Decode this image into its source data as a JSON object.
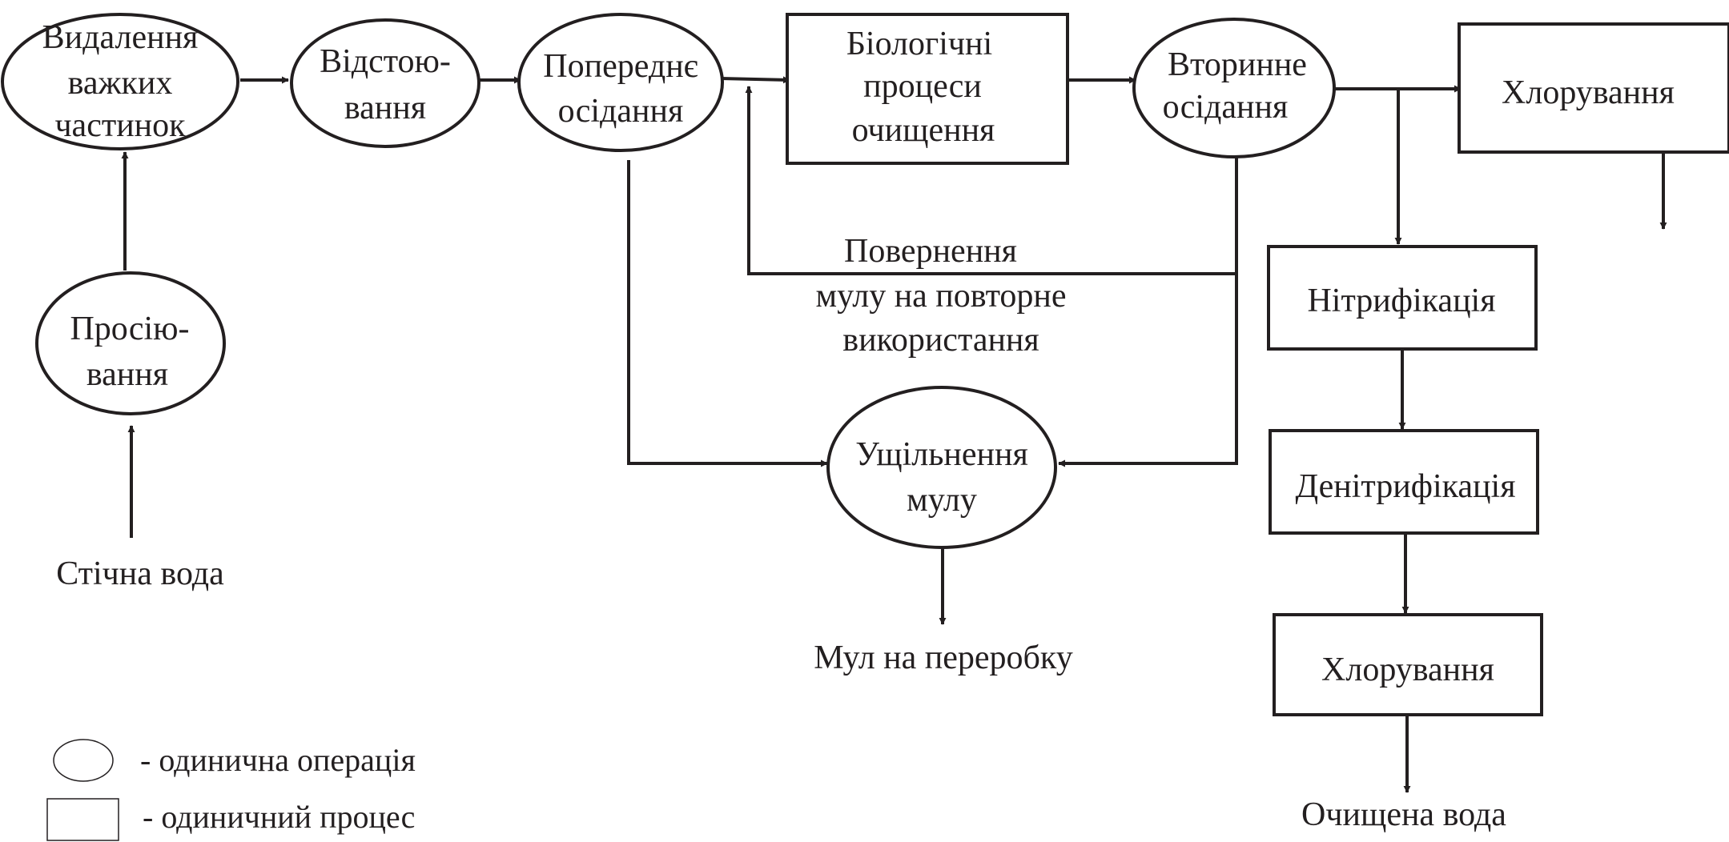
{
  "nodes": {
    "heavy_particles": {
      "shape": "ellipse",
      "lines": [
        "Видалення",
        "важких",
        "частинок"
      ]
    },
    "settling": {
      "shape": "ellipse",
      "lines": [
        "Відстою-",
        "вання"
      ]
    },
    "primary_sedimentation": {
      "shape": "ellipse",
      "lines": [
        "Попереднє",
        "осідання"
      ]
    },
    "biological": {
      "shape": "rectangle",
      "lines": [
        "Біологічні",
        "процеси",
        "очищення"
      ]
    },
    "secondary_sedimentation": {
      "shape": "ellipse",
      "lines": [
        "Вторинне",
        "осідання"
      ]
    },
    "chlorination_top": {
      "shape": "rectangle",
      "lines": [
        "Хлорування"
      ]
    },
    "screening": {
      "shape": "ellipse",
      "lines": [
        "Просію-",
        "вання"
      ]
    },
    "nitrification": {
      "shape": "rectangle",
      "lines": [
        "Нітрифікація"
      ]
    },
    "denitrification": {
      "shape": "rectangle",
      "lines": [
        "Денітрифікація"
      ]
    },
    "chlorination_bottom": {
      "shape": "rectangle",
      "lines": [
        "Хлорування"
      ]
    },
    "sludge_thickening": {
      "shape": "ellipse",
      "lines": [
        "Ущільнення",
        "мулу"
      ]
    }
  },
  "labels": {
    "wastewater": "Стічна вода",
    "sludge_return": [
      "Повернення",
      "мулу на повторне",
      "використання"
    ],
    "sludge_processing": "Мул на переробку",
    "treated_water": "Очищена вода"
  },
  "legend": {
    "unit_operation": "- одинична операція",
    "unit_process": "- одиничний процес"
  },
  "edges": [
    {
      "from": "wastewater",
      "to": "screening"
    },
    {
      "from": "screening",
      "to": "heavy_particles"
    },
    {
      "from": "heavy_particles",
      "to": "settling"
    },
    {
      "from": "settling",
      "to": "primary_sedimentation"
    },
    {
      "from": "primary_sedimentation",
      "to": "biological"
    },
    {
      "from": "biological",
      "to": "secondary_sedimentation"
    },
    {
      "from": "secondary_sedimentation",
      "to": "chlorination_top"
    },
    {
      "from": "secondary_sedimentation",
      "to": "nitrification"
    },
    {
      "from": "secondary_sedimentation",
      "to": "biological",
      "label": "sludge_return"
    },
    {
      "from": "secondary_sedimentation",
      "to": "sludge_thickening"
    },
    {
      "from": "primary_sedimentation",
      "to": "sludge_thickening"
    },
    {
      "from": "sludge_thickening",
      "to": "sludge_processing"
    },
    {
      "from": "nitrification",
      "to": "denitrification"
    },
    {
      "from": "denitrification",
      "to": "chlorination_bottom"
    },
    {
      "from": "chlorination_bottom",
      "to": "treated_water"
    },
    {
      "from": "chlorination_top",
      "to": "output"
    }
  ]
}
